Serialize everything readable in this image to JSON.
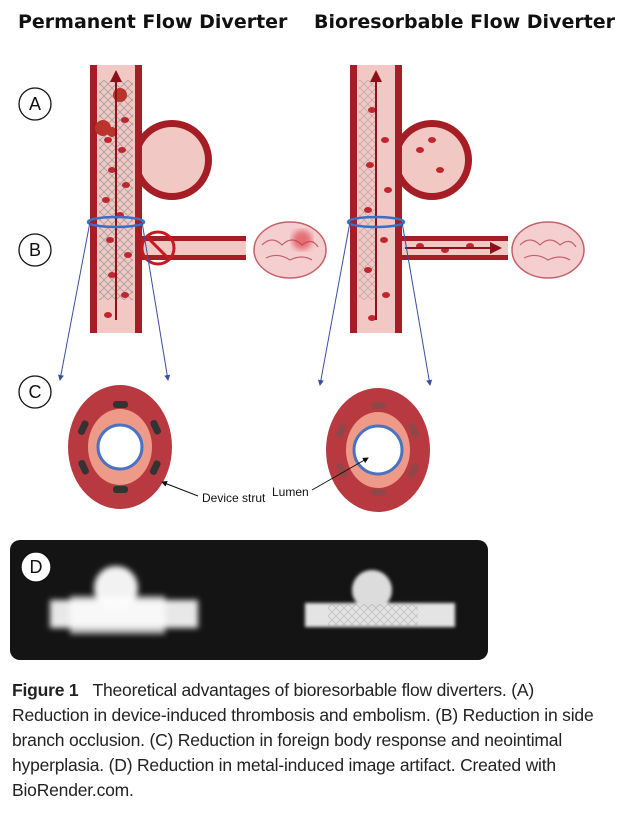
{
  "titles": {
    "left": "Permanent Flow Diverter",
    "right": "Bioresorbable Flow Diverter"
  },
  "panel_labels": {
    "a": "A",
    "b": "B",
    "c": "C",
    "d": "D"
  },
  "annotations": {
    "device_strut": "Device strut",
    "lumen": "Lumen"
  },
  "caption": {
    "label": "Figure 1",
    "text": "Theoretical advantages of bioresorbable flow diverters. (A) Reduction in device-induced thrombosis and embolism. (B) Reduction in side branch occlusion. (C) Reduction in foreign body response and neointimal hyperplasia. (D) Reduction in metal-induced image artifact. Created with BioRender.com."
  },
  "colors": {
    "vessel_wall": "#a51d25",
    "vessel_lumen": "#f2c8c4",
    "blood_cell": "#c0262e",
    "ring": "#3b6fc4",
    "arrow": "#3a4fa0",
    "panel_d_bg": "#141414"
  }
}
